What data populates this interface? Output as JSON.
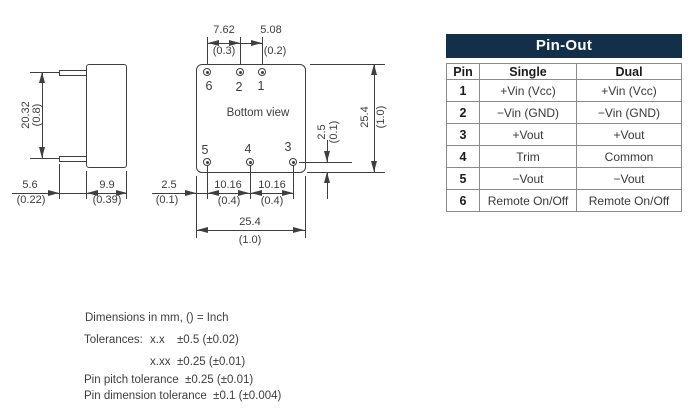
{
  "side_view": {
    "dims": {
      "height_mm": "20.32",
      "height_in": "(0.8)",
      "pin_mm": "5.6",
      "pin_in": "(0.22)",
      "depth_mm": "9.9",
      "depth_in": "(0.39)"
    }
  },
  "bottom_view": {
    "label": "Bottom view",
    "pin_labels_top": [
      "6",
      "2",
      "1"
    ],
    "pin_labels_bottom": [
      "5",
      "4",
      "3"
    ],
    "dims": {
      "p762_mm": "7.62",
      "p762_in": "(0.3)",
      "p508_mm": "5.08",
      "p508_in": "(0.2)",
      "height_mm": "25.4",
      "height_in": "(1.0)",
      "pin_offset_mm": "2.5",
      "pin_offset_in": "(0.1)",
      "edge_mm": "2.5",
      "edge_in": "(0.1)",
      "p1016a_mm": "10.16",
      "p1016a_in": "(0.4)",
      "p1016b_mm": "10.16",
      "p1016b_in": "(0.4)",
      "width_mm": "25.4",
      "width_in": "(1.0)"
    }
  },
  "pinout_table": {
    "title": "Pin-Out",
    "columns": [
      "Pin",
      "Single",
      "Dual"
    ],
    "rows": [
      [
        "1",
        "+Vin (Vcc)",
        "+Vin (Vcc)"
      ],
      [
        "2",
        "−Vin (GND)",
        "−Vin (GND)"
      ],
      [
        "3",
        "+Vout",
        "+Vout"
      ],
      [
        "4",
        "Trim",
        "Common"
      ],
      [
        "5",
        "−Vout",
        "−Vout"
      ],
      [
        "6",
        "Remote On/Off",
        "Remote On/Off"
      ]
    ]
  },
  "notes": {
    "units": "Dimensions in mm, () = Inch",
    "tol_label": "Tolerances:",
    "tol1_key": "x.x",
    "tol1_val": "±0.5 (±0.02)",
    "tol2_key": "x.xx",
    "tol2_val": "±0.25 (±0.01)",
    "pin_pitch": "Pin pitch tolerance  ±0.25 (±0.01)",
    "pin_dim": "Pin dimension tolerance  ±0.1 (±0.004)"
  },
  "colors": {
    "accent_navy": "#132f4a",
    "drawing_line": "#3f3f3f",
    "table_grid": "#8a8a8a",
    "text": "#3c3c3c"
  }
}
